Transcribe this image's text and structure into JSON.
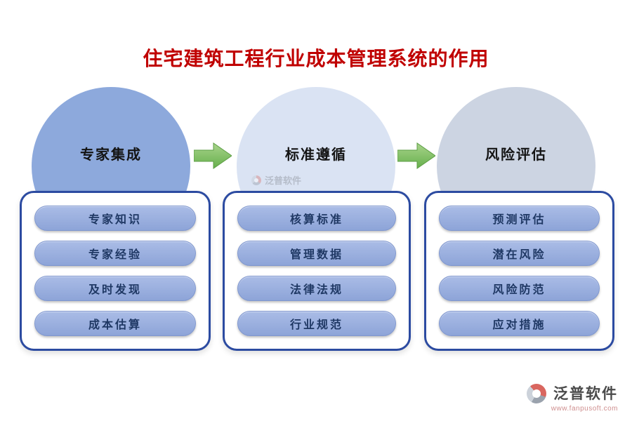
{
  "title": "住宅建筑工程行业成本管理系统的作用",
  "columns": [
    {
      "circle_label": "专家集成",
      "items": [
        "专家知识",
        "专家经验",
        "及时发现",
        "成本估算"
      ]
    },
    {
      "circle_label": "标准遵循",
      "items": [
        "核算标准",
        "管理数据",
        "法律法规",
        "行业规范"
      ]
    },
    {
      "circle_label": "风险评估",
      "items": [
        "预测评估",
        "潜在风险",
        "风险防范",
        "应对措施"
      ]
    }
  ],
  "watermark": "泛普软件",
  "footer": {
    "brand": "泛普软件",
    "url": "www.fanpusoft.com"
  },
  "colors": {
    "title": "#c00000",
    "circle_expert": "#8da9dc",
    "circle_standard": "#dae3f3",
    "circle_risk": "#ccd4e2",
    "panel_border": "#2c4ba1",
    "pill_fill": "#94aadd",
    "pill_text": "#1f3864",
    "arrow_green": "#6ab14e"
  }
}
